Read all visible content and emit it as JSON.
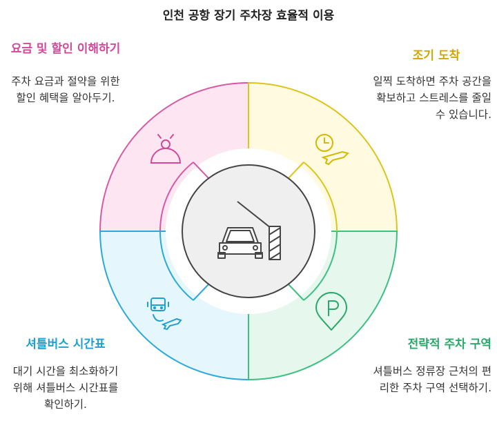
{
  "title": "인천 공항 장기 주차장 효율적 이용",
  "sections": {
    "top_left": {
      "heading": "요금 및 할인 이해하기",
      "body": "주차 요금과 절약을 위한 할인 혜택을 알아두기.",
      "icon": "person-bell-icon",
      "color": "#d0489a"
    },
    "top_right": {
      "heading": "조기 도착",
      "body": "일찍 도착하면 주차 공간을 확보하고 스트레스를 줄일 수 있습니다.",
      "icon": "clock-airplane-icon",
      "color": "#d4b800"
    },
    "bottom_left": {
      "heading": "셔틀버스 시간표",
      "body": "대기 시간을 최소화하기 위해 셔틀버스 시간표를 확인하기.",
      "icon": "shuttle-bus-airplane-icon",
      "color": "#1e9fd0"
    },
    "bottom_right": {
      "heading": "전략적 주차 구역",
      "body": "셔틀버스 정류장 근처의 편리한 주차 구역 선택하기.",
      "icon": "parking-pin-icon",
      "color": "#2aa86a"
    }
  },
  "center_icon": "car-parking-barrier-icon"
}
